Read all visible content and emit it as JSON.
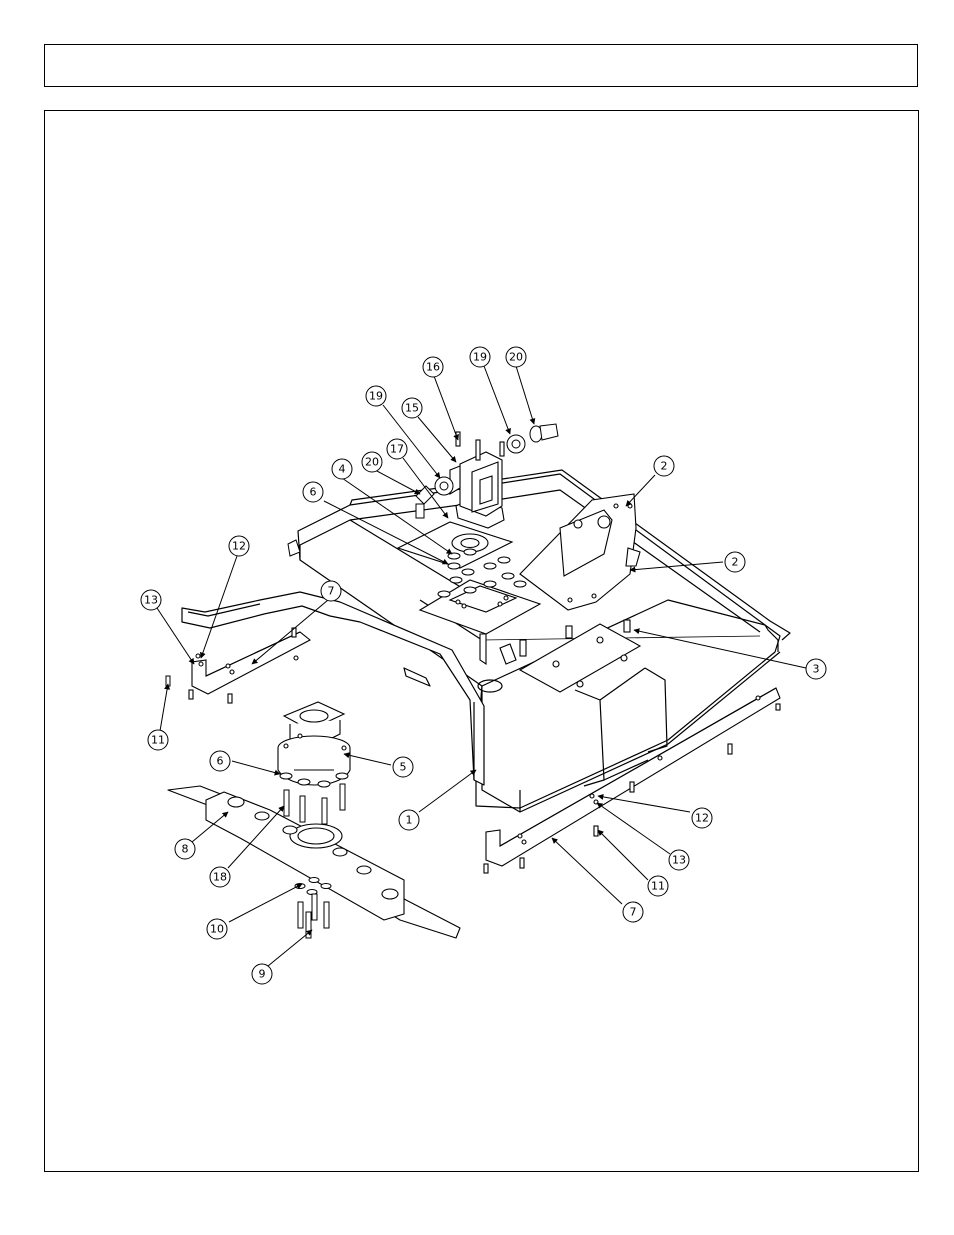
{
  "callouts": [
    {
      "id": "c1",
      "label": "1"
    },
    {
      "id": "c2a",
      "label": "2"
    },
    {
      "id": "c2b",
      "label": "2"
    },
    {
      "id": "c3",
      "label": "3"
    },
    {
      "id": "c4",
      "label": "4"
    },
    {
      "id": "c5",
      "label": "5"
    },
    {
      "id": "c6a",
      "label": "6"
    },
    {
      "id": "c6b",
      "label": "6"
    },
    {
      "id": "c7a",
      "label": "7"
    },
    {
      "id": "c7b",
      "label": "7"
    },
    {
      "id": "c8",
      "label": "8"
    },
    {
      "id": "c9",
      "label": "9"
    },
    {
      "id": "c10",
      "label": "10"
    },
    {
      "id": "c11a",
      "label": "11"
    },
    {
      "id": "c11b",
      "label": "11"
    },
    {
      "id": "c12a",
      "label": "12"
    },
    {
      "id": "c12b",
      "label": "12"
    },
    {
      "id": "c13a",
      "label": "13"
    },
    {
      "id": "c13b",
      "label": "13"
    },
    {
      "id": "c15",
      "label": "15"
    },
    {
      "id": "c16",
      "label": "16"
    },
    {
      "id": "c17",
      "label": "17"
    },
    {
      "id": "c18",
      "label": "18"
    },
    {
      "id": "c19a",
      "label": "19"
    },
    {
      "id": "c19b",
      "label": "19"
    },
    {
      "id": "c20a",
      "label": "20"
    },
    {
      "id": "c20b",
      "label": "20"
    }
  ]
}
